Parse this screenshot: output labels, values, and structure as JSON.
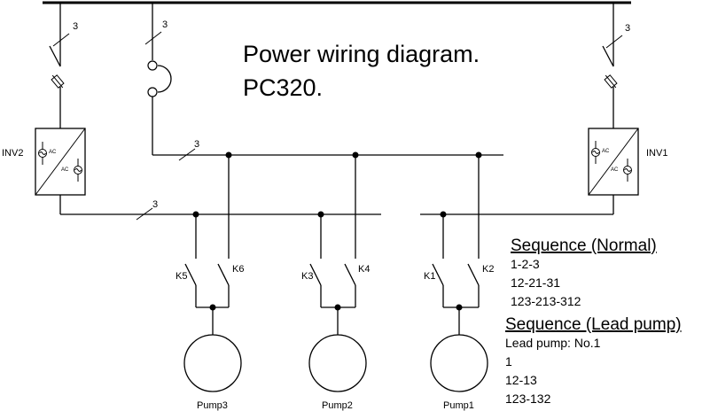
{
  "title": {
    "line1": "Power wiring diagram.",
    "line2": "PC320."
  },
  "wire_counts": {
    "inv2_feed": "3",
    "bypass_feed": "3",
    "inv1_feed": "3",
    "upper_bus": "3",
    "lower_bus": "3"
  },
  "inverters": {
    "inv2": {
      "label": "INV2",
      "in_label": "AC",
      "out_label": "AC"
    },
    "inv1": {
      "label": "INV1",
      "in_label": "AC",
      "out_label": "AC"
    }
  },
  "contactors": [
    "K5",
    "K6",
    "K3",
    "K4",
    "K1",
    "K2"
  ],
  "pumps": [
    "Pump3",
    "Pump2",
    "Pump1"
  ],
  "sequence_normal": {
    "heading": "Sequence (Normal)",
    "lines": [
      "1-2-3",
      "12-21-31",
      "123-213-312"
    ]
  },
  "sequence_lead": {
    "heading": "Sequence (Lead pump)",
    "lines": [
      "Lead pump: No.1",
      "1",
      "12-13",
      "123-132"
    ]
  }
}
